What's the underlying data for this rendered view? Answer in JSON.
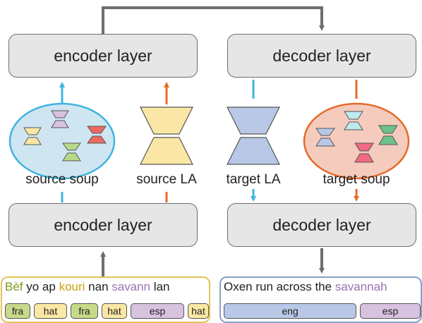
{
  "colors": {
    "fra": "#c8d98a",
    "hat": "#fbe7a5",
    "esp": "#d7c2e0",
    "eng": "#b8c8e6",
    "source_soup_fill": "#cfe6f2",
    "source_soup_border": "#3fb4e0",
    "target_soup_fill": "#f5cbbd",
    "target_soup_border": "#e56b2a",
    "arrow_blue": "#3fb4e0",
    "arrow_orange": "#e56b2a",
    "arrow_gray": "#6e6e6e",
    "adapter_yellow": "#fbe7a5",
    "adapter_purple": "#d7c2e0",
    "adapter_red": "#ea6a62",
    "adapter_green": "#b9d98a",
    "adapter_blue": "#b8c8e6",
    "adapter_cyan": "#bfe9ef",
    "adapter_pink": "#ef6a82",
    "adapter_green2": "#6cc28a"
  },
  "layers": {
    "top_encoder": "encoder layer",
    "top_decoder": "decoder layer",
    "bottom_encoder": "encoder layer",
    "bottom_decoder": "decoder layer"
  },
  "labels": {
    "source_soup": "source soup",
    "source_la": "source LA",
    "target_la": "target LA",
    "target_soup": "target soup"
  },
  "source_sentence": {
    "words": [
      {
        "text": "Bèf",
        "lang": "fra"
      },
      {
        "text": " yo ap ",
        "lang": "plain"
      },
      {
        "text": "kouri",
        "lang": "hat"
      },
      {
        "text": " nan ",
        "lang": "plain"
      },
      {
        "text": "savann",
        "lang": "esp"
      },
      {
        "text": " lan",
        "lang": "plain"
      }
    ],
    "tags": [
      {
        "label": "fra",
        "lang": "fra"
      },
      {
        "label": "hat",
        "lang": "hat"
      },
      {
        "label": "fra",
        "lang": "fra"
      },
      {
        "label": "hat",
        "lang": "hat"
      },
      {
        "label": "esp",
        "lang": "esp"
      },
      {
        "label": "hat",
        "lang": "hat"
      }
    ]
  },
  "target_sentence": {
    "words": [
      {
        "text": "Oxen run across the ",
        "lang": "plain"
      },
      {
        "text": "savannah",
        "lang": "esp"
      }
    ],
    "tags": [
      {
        "label": "eng",
        "lang": "eng"
      },
      {
        "label": "esp",
        "lang": "esp"
      }
    ]
  }
}
